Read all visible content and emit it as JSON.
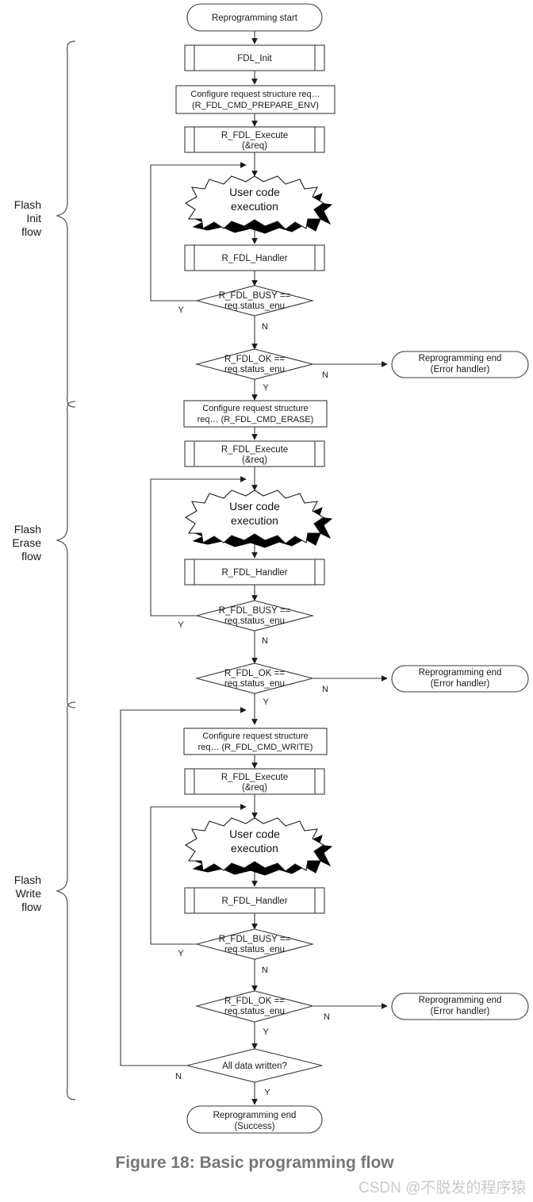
{
  "figure": {
    "caption": "Figure 18: Basic programming flow",
    "watermark": "CSDN @不脱发的程序猿"
  },
  "colors": {
    "stroke": "#3a3a46",
    "text": "#1a1a1a",
    "caption": "#76767a",
    "watermark": "#c9c9cf",
    "burst_shadow": "#000000",
    "background": "#ffffff"
  },
  "sections": [
    {
      "id": "init",
      "label_line1": "Flash",
      "label_line2": "Init",
      "label_line3": "flow"
    },
    {
      "id": "erase",
      "label_line1": "Flash",
      "label_line2": "Erase",
      "label_line3": "flow"
    },
    {
      "id": "write",
      "label_line1": "Flash",
      "label_line2": "Write",
      "label_line3": "flow"
    }
  ],
  "nodes": {
    "start": {
      "type": "terminator",
      "text": "Reprogramming start"
    },
    "fdl_init": {
      "type": "predefined-process",
      "text": "FDL_Init"
    },
    "cfg_prepare_env": {
      "type": "process",
      "line1": "Configure request structure req…",
      "line2": "(R_FDL_CMD_PREPARE_ENV)"
    },
    "exec_init": {
      "type": "predefined-process",
      "line1": "R_FDL_Execute",
      "line2": "(&req)"
    },
    "usercode_init": {
      "type": "burst",
      "line1": "User code",
      "line2": "execution"
    },
    "handler_init": {
      "type": "predefined-process",
      "text": "R_FDL_Handler"
    },
    "busy_init": {
      "type": "decision",
      "line1": "R_FDL_BUSY ==",
      "line2": "req.status_enu"
    },
    "ok_init": {
      "type": "decision",
      "line1": "R_FDL_OK ==",
      "line2": "req.status_enu"
    },
    "end_err_init": {
      "type": "terminator",
      "line1": "Reprogramming end",
      "line2": "(Error handler)"
    },
    "cfg_erase": {
      "type": "process",
      "line1": "Configure request structure",
      "line2": "req…  (R_FDL_CMD_ERASE)"
    },
    "exec_erase": {
      "type": "predefined-process",
      "line1": "R_FDL_Execute",
      "line2": "(&req)"
    },
    "usercode_erase": {
      "type": "burst",
      "line1": "User code",
      "line2": "execution"
    },
    "handler_erase": {
      "type": "predefined-process",
      "text": "R_FDL_Handler"
    },
    "busy_erase": {
      "type": "decision",
      "line1": "R_FDL_BUSY ==",
      "line2": "req.status_enu"
    },
    "ok_erase": {
      "type": "decision",
      "line1": "R_FDL_OK ==",
      "line2": "req.status_enu"
    },
    "end_err_erase": {
      "type": "terminator",
      "line1": "Reprogramming end",
      "line2": "(Error handler)"
    },
    "cfg_write": {
      "type": "process",
      "line1": "Configure request structure",
      "line2": "req…  (R_FDL_CMD_WRITE)"
    },
    "exec_write": {
      "type": "predefined-process",
      "line1": "R_FDL_Execute",
      "line2": "(&req)"
    },
    "usercode_write": {
      "type": "burst",
      "line1": "User code",
      "line2": "execution"
    },
    "handler_write": {
      "type": "predefined-process",
      "text": "R_FDL_Handler"
    },
    "busy_write": {
      "type": "decision",
      "line1": "R_FDL_BUSY ==",
      "line2": "req.status_enu"
    },
    "ok_write": {
      "type": "decision",
      "line1": "R_FDL_OK ==",
      "line2": "req.status_enu"
    },
    "end_err_write": {
      "type": "terminator",
      "line1": "Reprogramming end",
      "line2": "(Error handler)"
    },
    "all_written": {
      "type": "decision",
      "text": "All data written?"
    },
    "end_success": {
      "type": "terminator",
      "line1": "Reprogramming end",
      "line2": "(Success)"
    }
  },
  "edge_labels": {
    "busy_init_yes": "Y",
    "busy_init_no": "N",
    "ok_init_no": "N",
    "ok_init_yes": "Y",
    "busy_erase_yes": "Y",
    "busy_erase_no": "N",
    "ok_erase_no": "N",
    "ok_erase_yes": "Y",
    "busy_write_yes": "Y",
    "busy_write_no": "N",
    "ok_write_no": "N",
    "ok_write_yes": "Y",
    "all_written_no": "N",
    "all_written_yes": "Y"
  }
}
